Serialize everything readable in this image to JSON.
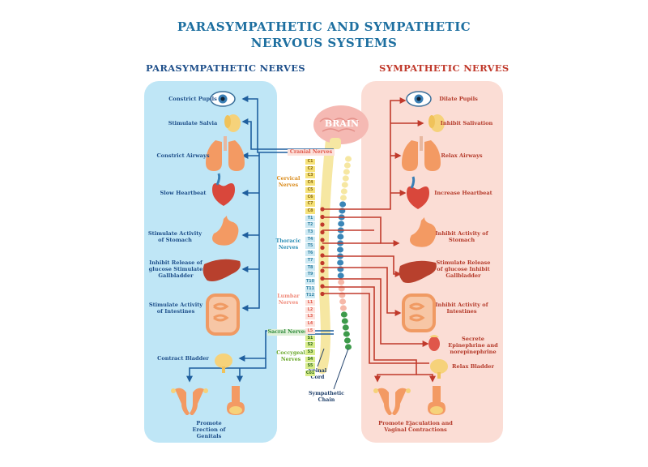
{
  "title_line1": "PARASYMPATHETIC AND SYMPATHETIC",
  "title_line2": "NERVOUS SYSTEMS",
  "para_header": "PARASYMPATHETIC NERVES",
  "symp_header": "SYMPATHETIC NERVES",
  "brain_label": "BRAIN",
  "para_items": [
    "Constrict Pupils",
    "Stimulate Salvia",
    "Constrict Airways",
    "Slow Heartbeat",
    "Stimulate Activity of Stomach",
    "Inhibit Release of glucose Stimulate Gallbladder",
    "Stimulate Activity of Intestines",
    "Contract Bladder",
    "Promote Erection of Genitals"
  ],
  "symp_items": [
    "Dilate Pupils",
    "Inhibit Salivation",
    "Relax Airways",
    "Increase Heartbeat",
    "Inhibit Activity of Stomach",
    "Stimulate Release of glucose Inhibit Gallbladder",
    "Inhibit Activity of Intestines",
    "Secrete Epinephrine and norepinephrine",
    "Relax Bladder",
    "Promote Ejaculation and Vaginal Contractions"
  ],
  "nerve_groups": {
    "cranial": "Cranial Nerves",
    "cervical": "Cervical Nerves",
    "thoracic": "Thoracic Nerves",
    "lumbar": "Lumbar Nerves",
    "sacral": "Sacral Nerves",
    "coccygeal": "Coccygeal Nerves"
  },
  "spinal_cord": "Spinal Cord",
  "sympathetic_chain": "Sympathetic Chain",
  "vertebrae": {
    "cervical": [
      "C1",
      "C2",
      "C3",
      "C4",
      "C5",
      "C6",
      "C7",
      "C8"
    ],
    "thoracic": [
      "T1",
      "T2",
      "T3",
      "T4",
      "T5",
      "T6",
      "T7",
      "T8",
      "T9",
      "T10",
      "T11",
      "T12"
    ],
    "lumbar": [
      "L1",
      "L2",
      "L3",
      "L4",
      "L5"
    ],
    "sacral": [
      "S1",
      "S2",
      "S3",
      "S4",
      "S5",
      "Co1"
    ]
  },
  "colors": {
    "para_panel": "#bfe6f6",
    "symp_panel": "#fbddd5",
    "para_text": "#1e4f8a",
    "symp_text": "#b43a2a",
    "para_line": "#1f5f9e",
    "symp_line": "#c0392b",
    "title": "#1d6fa0"
  },
  "icons": [
    "eye-icon",
    "salivary-gland-icon",
    "lungs-icon",
    "heart-icon",
    "stomach-icon",
    "liver-icon",
    "intestines-icon",
    "bladder-icon",
    "female-reproductive-icon",
    "male-reproductive-icon",
    "adrenal-gland-icon",
    "brain-icon"
  ]
}
